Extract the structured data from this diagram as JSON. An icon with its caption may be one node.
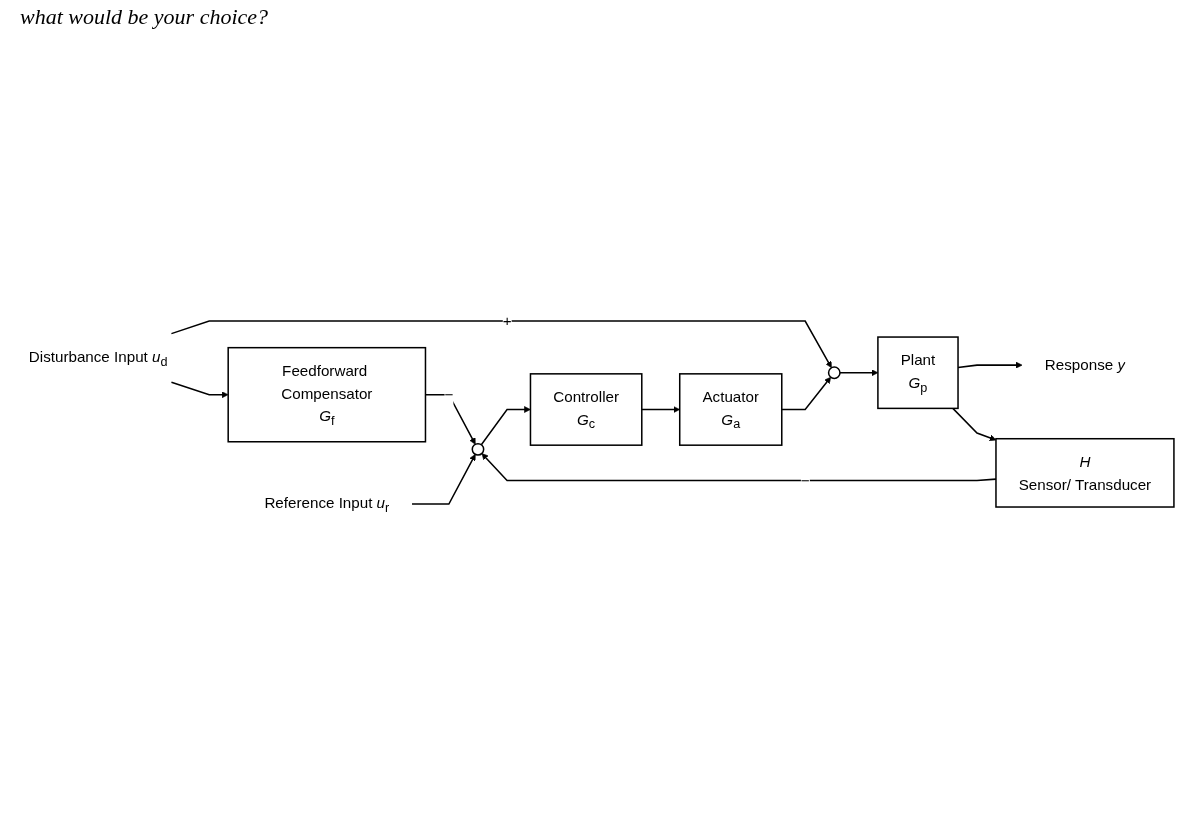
{
  "diagram": {
    "nodes": [
      {
        "text": [
          "Disturbance Input *u*$_{d}$"
        ]
      },
      {
        "text": [
          "Feedforward Compensator",
          "*G*$_{f}$"
        ]
      },
      {
        "text": [
          "Reference Input *u*$_{r}$"
        ]
      },
      {
        "text": [],
        "shape": "circle"
      },
      {
        "text": [
          "Controller",
          "*G*$_{c}$"
        ]
      },
      {
        "text": [
          "Actuator",
          "*G*$_{a}$"
        ]
      },
      {
        "text": [],
        "shape": "circle"
      },
      {
        "text": [
          "Plant",
          "*G*$_{p}$"
        ]
      },
      {
        "text": [
          "Response *y*"
        ]
      },
      {
        "text": [
          "*H*",
          "Sensor/ Transducer"
        ]
      }
    ],
    "edges": [
      {
        "from": 0,
        "to": 1,
        "arrow": "to"
      },
      {
        "from": 0,
        "to": 6,
        "arrow": "to",
        "label": "+"
      },
      {
        "from": 1,
        "to": 3,
        "arrow": "to",
        "label": "−"
      },
      {
        "from": 2,
        "to": 3,
        "arrow": "to"
      },
      {
        "from": 3,
        "to": 4,
        "arrow": "to"
      },
      {
        "from": 4,
        "to": 5,
        "arrow": "to"
      },
      {
        "from": 5,
        "to": 6,
        "arrow": "to"
      },
      {
        "from": 6,
        "to": 7,
        "arrow": "to"
      },
      {
        "from": 7,
        "to": 8,
        "arrow": "to"
      },
      {
        "from": 7,
        "to": 9,
        "arrow": "to"
      },
      {
        "from": 9,
        "to": 3,
        "arrow": "to",
        "label": "−"
      }
    ],
    "labels": [
      "what would be your choice?"
    ]
  }
}
